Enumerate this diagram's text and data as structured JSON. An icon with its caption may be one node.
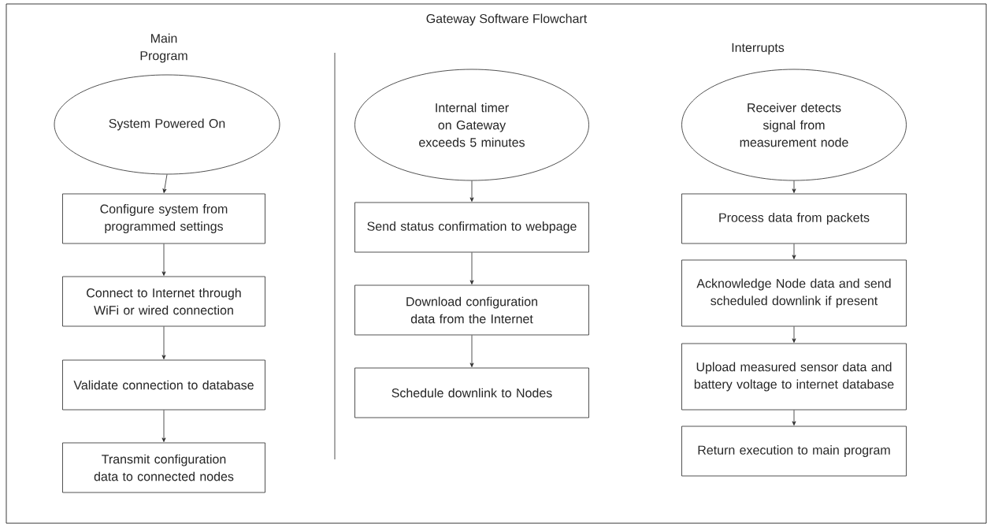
{
  "diagram": {
    "title": "Gateway Software Flowchart",
    "nodes": [
      {
        "text": [
          "System Powered On"
        ]
      },
      {
        "text": [
          "Configure system from programmed settings"
        ]
      },
      {
        "text": [
          "Connect to Internet through WiFi or wired connection"
        ]
      },
      {
        "text": [
          "Validate connection to database"
        ]
      },
      {
        "text": [
          "Transmit configuration data to connected nodes"
        ]
      },
      {
        "text": [
          "Internal timer on Gateway exceeds 5 minutes"
        ]
      },
      {
        "text": [
          "Send status confirmation to webpage"
        ]
      },
      {
        "text": [
          "Download configuration data from the Internet"
        ]
      },
      {
        "text": [
          "Schedule downlink to Nodes"
        ]
      },
      {
        "text": [
          "Receiver detects signal from measurement node"
        ]
      },
      {
        "text": [
          "Process data from packets"
        ]
      },
      {
        "text": [
          "Acknowledge Node data and send scheduled downlink if present"
        ]
      },
      {
        "text": [
          "Upload measured sensor data and battery voltage to internet database"
        ]
      },
      {
        "text": [
          "Return execution to main program"
        ]
      }
    ],
    "edges": [
      {
        "from": 0,
        "to": 1,
        "arrow": "to"
      },
      {
        "from": 1,
        "to": 2,
        "arrow": "to"
      },
      {
        "from": 2,
        "to": 3,
        "arrow": "to"
      },
      {
        "from": 3,
        "to": 4,
        "arrow": "to"
      },
      {
        "from": 5,
        "to": 6,
        "arrow": "to"
      },
      {
        "from": 6,
        "to": 7,
        "arrow": "to"
      },
      {
        "from": 7,
        "to": 8,
        "arrow": "to"
      },
      {
        "from": 9,
        "to": 10,
        "arrow": "to"
      },
      {
        "from": 10,
        "to": 11,
        "arrow": "to"
      },
      {
        "from": 11,
        "to": 12,
        "arrow": "to"
      },
      {
        "from": 12,
        "to": 13,
        "arrow": "to"
      }
    ],
    "labels": [
      "Main Program",
      "Interrupts"
    ]
  }
}
